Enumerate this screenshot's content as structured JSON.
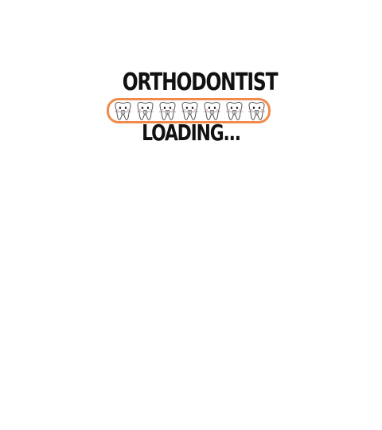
{
  "headline_top": "ORTHODONTIST",
  "headline_bottom": "LOADING...",
  "progress": {
    "tooth_count": 7,
    "fill_fraction": 1.0
  },
  "colors": {
    "accent": "#f08a4b",
    "text": "#111111",
    "background": "#ffffff"
  },
  "icons": {
    "tooth": "tooth-with-braces-icon"
  }
}
